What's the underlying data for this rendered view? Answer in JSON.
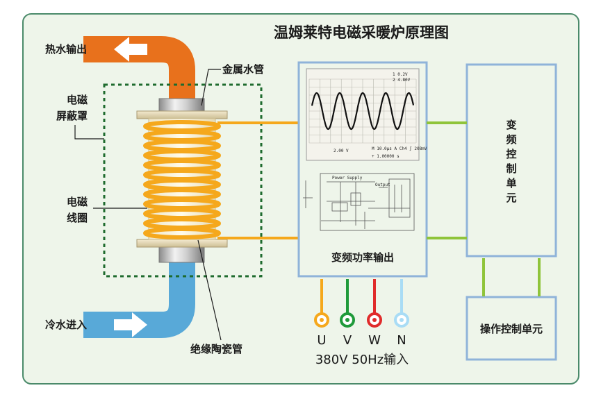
{
  "title": "温姆莱特电磁采暖炉原理图",
  "labels": {
    "hot_water_out": "热水输出",
    "cold_water_in": "冷水进入",
    "metal_pipe": "金属水管",
    "em_shield_line1": "电磁",
    "em_shield_line2": "屏蔽罩",
    "em_coil_line1": "电磁",
    "em_coil_line2": "线圈",
    "ceramic_tube": "绝缘陶瓷管",
    "inverter_output": "变频功率输出",
    "inverter_control": [
      "变",
      "频",
      "控",
      "制",
      "单",
      "元"
    ],
    "operation_control": "操作控制单元"
  },
  "scope": {
    "readout_1": "1  0.2V",
    "readout_2": "2  4.80V",
    "status_line": "M 10.0μs  A  Ch4  ∫  208mV",
    "ch_scale": "2.00 V",
    "time_line": "+ 1.00000 s",
    "schematic_label_1": "Power Supply",
    "schematic_label_2": "Output"
  },
  "phases": [
    {
      "label": "U",
      "color": "#f5a81c"
    },
    {
      "label": "V",
      "color": "#1f9a3a"
    },
    {
      "label": "W",
      "color": "#e02b2b"
    },
    {
      "label": "N",
      "color": "#a9dcf5"
    }
  ],
  "input_spec": "380V 50Hz输入",
  "colors": {
    "hot": "#e8711c",
    "cold": "#58a9d8",
    "coil": "#f5a81c",
    "link": "#8fc43a",
    "panel_border": "#8fb3d9",
    "frame_border": "#4a8a6a",
    "frame_fill": "#eef5ea",
    "shield": "#1e6b2e"
  }
}
